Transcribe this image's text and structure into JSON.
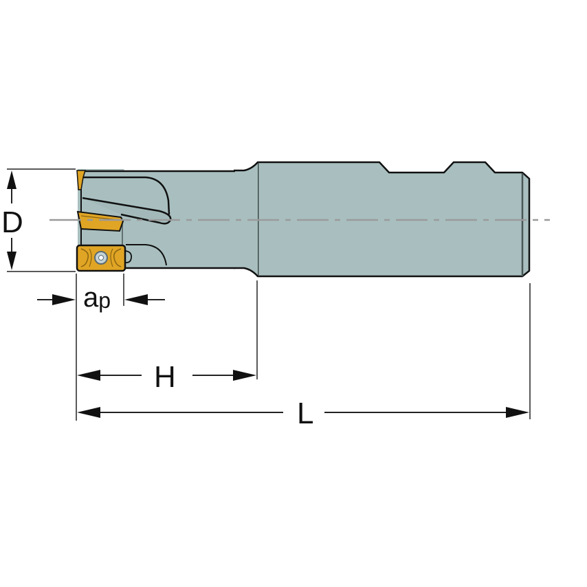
{
  "diagram": {
    "subject": "Square shoulder end mill with indexable inserts",
    "colors": {
      "body": "#a9bfbf",
      "outline": "#111111",
      "insert": "#e0a524",
      "insert_dark": "#8a6412",
      "centerline": "#9a9a9a",
      "dimension_line": "#222222",
      "background": "#ffffff"
    },
    "dimensions": {
      "diameter": {
        "label": "D",
        "meaning": "cutting diameter"
      },
      "depth_of_cut": {
        "label": "ap",
        "label_main": "a",
        "label_sub": "p",
        "meaning": "max depth of cut"
      },
      "head_length": {
        "label": "H",
        "meaning": "head length"
      },
      "overall_length": {
        "label": "L",
        "meaning": "overall length"
      }
    },
    "components": [
      {
        "name": "cutter-head",
        "description": "Head with chip flutes"
      },
      {
        "name": "insert-top",
        "description": "Indexable insert, top"
      },
      {
        "name": "insert-middle",
        "description": "Indexable insert, middle"
      },
      {
        "name": "insert-bottom",
        "description": "Indexable insert with screw, front view"
      },
      {
        "name": "shank",
        "description": "Cylindrical shank with flats"
      },
      {
        "name": "centerline",
        "description": "Axis centerline, dash-dot"
      }
    ]
  }
}
